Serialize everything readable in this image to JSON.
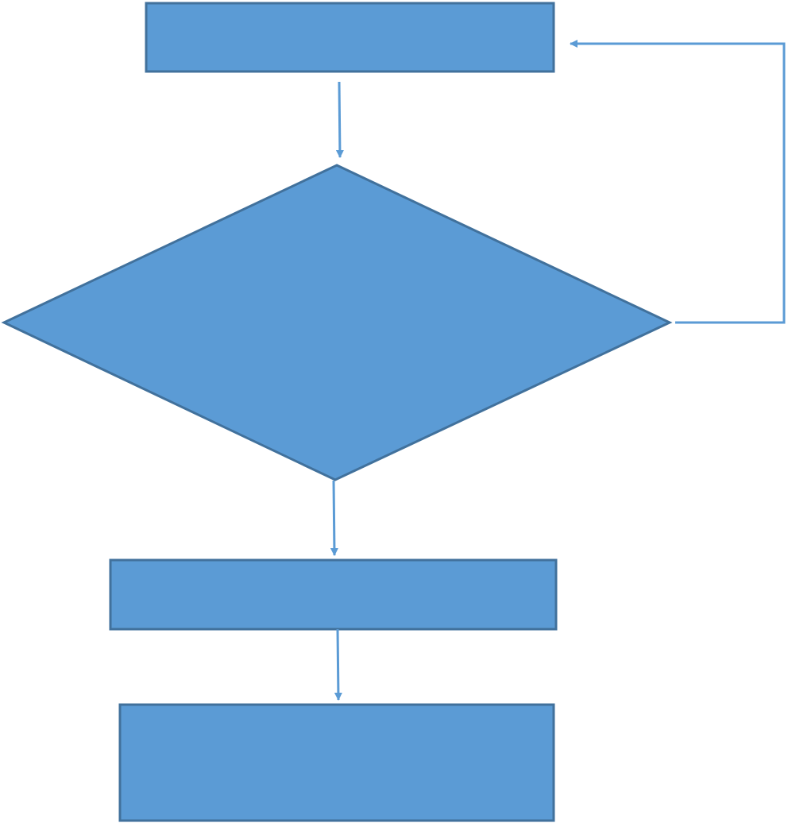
{
  "diagram": {
    "type": "flowchart",
    "colors": {
      "node_fill": "#5b9bd5",
      "node_stroke": "#41719c",
      "connector": "#5b9bd5",
      "background": "#ffffff"
    },
    "nodes": [
      {
        "id": "step-1",
        "shape": "rectangle",
        "label": ""
      },
      {
        "id": "decision-1",
        "shape": "diamond",
        "label": ""
      },
      {
        "id": "step-2",
        "shape": "rectangle",
        "label": ""
      },
      {
        "id": "step-3",
        "shape": "rectangle",
        "label": ""
      }
    ],
    "edges": [
      {
        "from": "step-1",
        "to": "decision-1",
        "label": ""
      },
      {
        "from": "decision-1",
        "to": "step-2",
        "label": ""
      },
      {
        "from": "step-2",
        "to": "step-3",
        "label": ""
      },
      {
        "from": "decision-1",
        "to": "step-1",
        "label": ""
      }
    ]
  }
}
